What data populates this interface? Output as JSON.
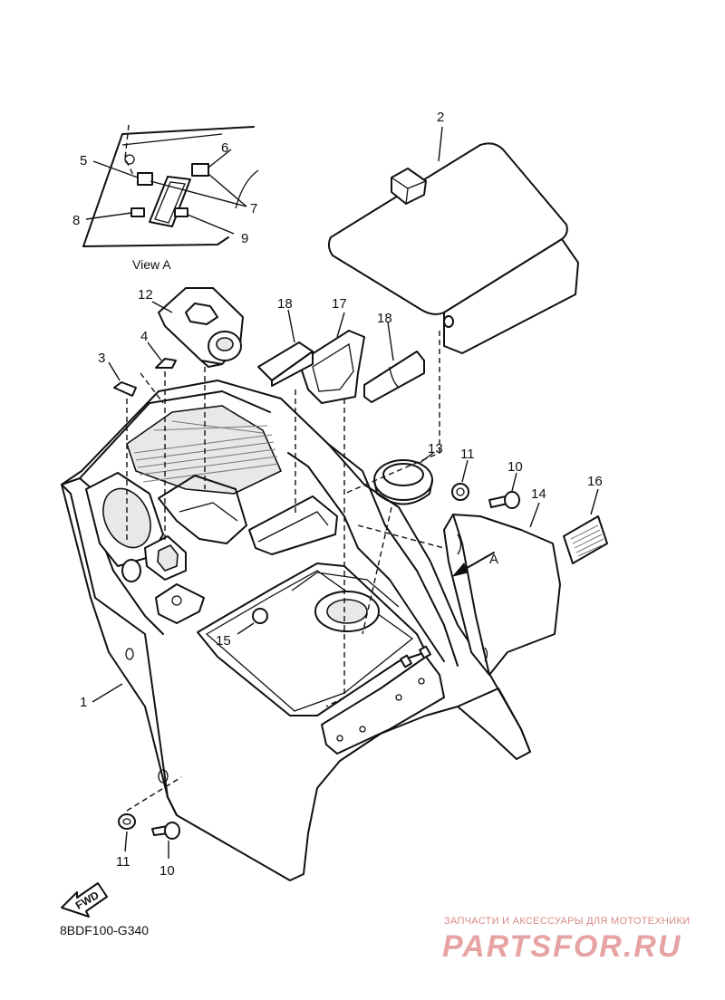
{
  "diagram": {
    "callouts": {
      "c1": "1",
      "c2": "2",
      "c3": "3",
      "c4": "4",
      "c5": "5",
      "c6": "6",
      "c7": "7",
      "c8": "8",
      "c9": "9",
      "c10a": "10",
      "c10b": "10",
      "c11a": "11",
      "c11b": "11",
      "c12": "12",
      "c13": "13",
      "c14": "14",
      "c15": "15",
      "c16": "16",
      "c17": "17",
      "c18a": "18",
      "c18b": "18"
    },
    "view_label": "View A",
    "arrow_label": "A",
    "fwd_label": "FWD",
    "diagram_code": "8BDF100-G340"
  },
  "watermark": {
    "tagline": "ЗАПЧАСТИ И АКСЕССУАРЫ ДЛЯ МОТОТЕХНИКИ",
    "brand": "PARTSFOR.RU",
    "color": "#e7a3a3"
  }
}
